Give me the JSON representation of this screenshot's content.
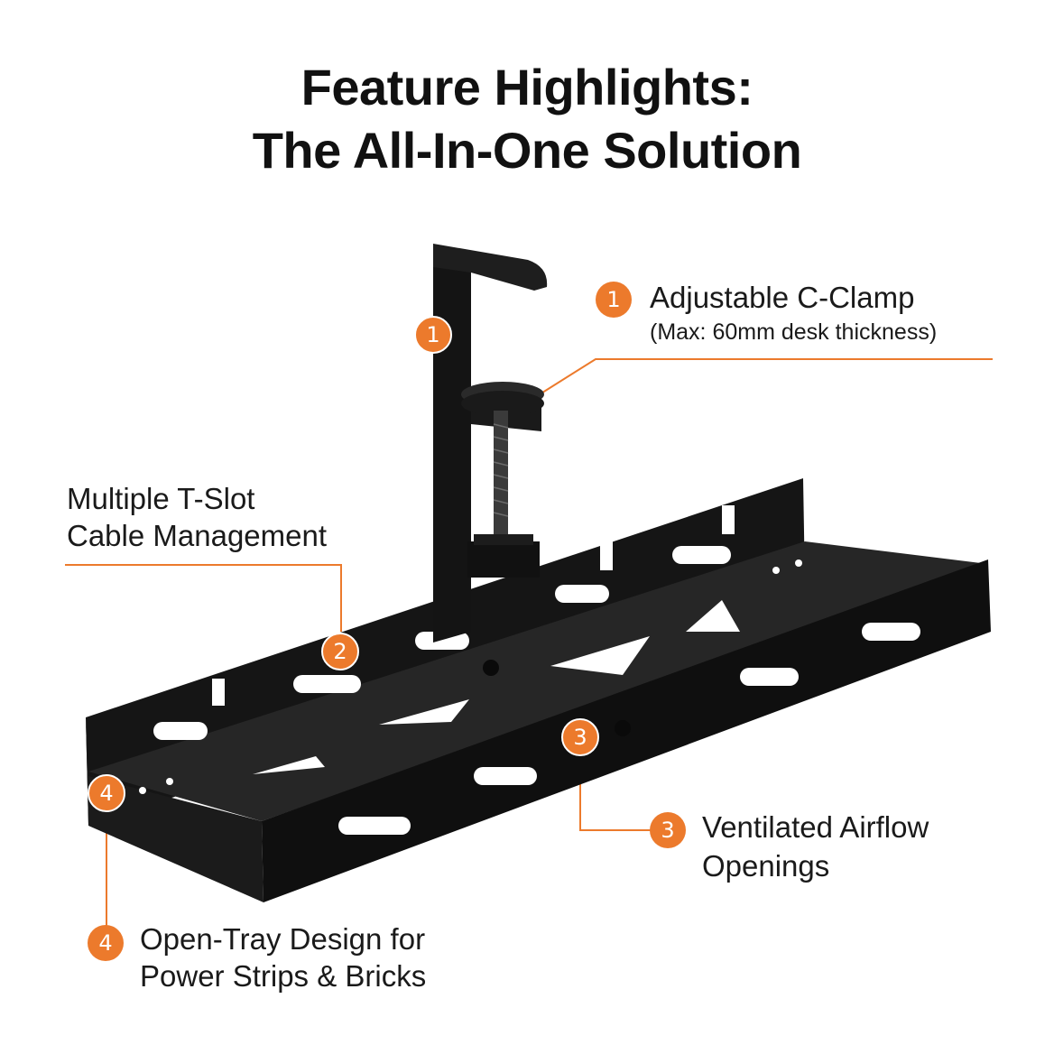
{
  "title": {
    "line1": "Feature Highlights:",
    "line2": "The All-In-One Solution"
  },
  "accent_color": "#ec7a2c",
  "features": [
    {
      "number": "1",
      "label": "Adjustable C-Clamp",
      "detail": "(Max: 60mm desk thickness)"
    },
    {
      "number": "2",
      "label_line1": "Multiple T-Slot",
      "label_line2": "Cable Management"
    },
    {
      "number": "3",
      "label_line1": "Ventilated Airflow",
      "label_line2": "Openings"
    },
    {
      "number": "4",
      "label_line1": "Open-Tray Design for",
      "label_line2": "Power Strips & Bricks"
    }
  ]
}
